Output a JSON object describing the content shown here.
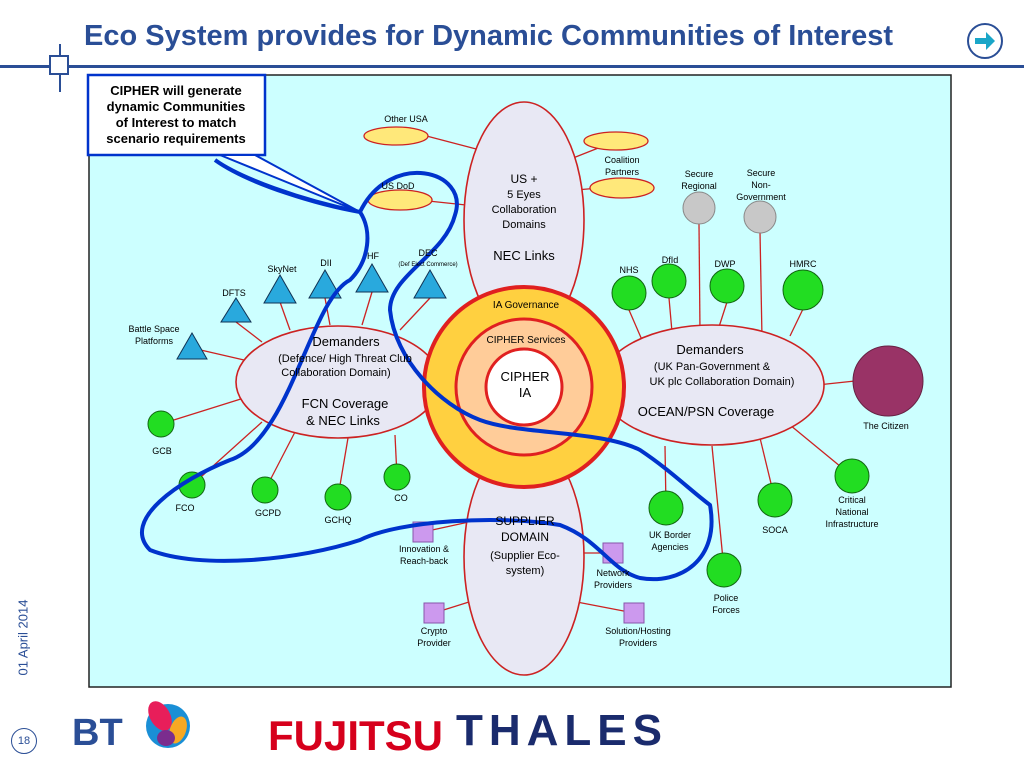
{
  "slide": {
    "title": "Eco System provides for Dynamic Communities of Interest",
    "date": "01 April 2014",
    "page_number": "18",
    "next_icon": "right-arrow-circle-icon"
  },
  "callout": {
    "lines": [
      "CIPHER will generate",
      "dynamic Communities",
      "of Interest to match",
      "scenario requirements"
    ]
  },
  "core": {
    "governance": "IA Governance",
    "services": "CIPHER Services",
    "center": [
      "CIPHER",
      "IA"
    ]
  },
  "top_ellipse": {
    "lines": [
      "US +",
      "5 Eyes",
      "Collaboration",
      "Domains"
    ],
    "links": "NEC Links"
  },
  "bottom_ellipse": {
    "lines": [
      "SUPPLIER",
      "DOMAIN",
      "(Supplier Eco-",
      "system)"
    ]
  },
  "left_ellipse": {
    "title": "Demanders",
    "sub": [
      "(Defence/ High Threat  Club",
      "Collaboration Domain)"
    ],
    "coverage": [
      "FCN Coverage",
      "& NEC Links"
    ]
  },
  "right_ellipse": {
    "title": "Demanders",
    "sub": [
      "(UK Pan-Government &",
      "UK plc Collaboration Domain)"
    ],
    "coverage": "OCEAN/PSN Coverage"
  },
  "top_nodes": {
    "other_usa": "Other USA",
    "us_dod": "US DoD",
    "coalition": [
      "Coalition",
      "Partners"
    ]
  },
  "triangles": {
    "skynet": "SkyNet",
    "dii": "DII",
    "hf": "HF",
    "dec": "DEC",
    "dec_sub": "(Def Elect Commerce)",
    "dfts": "DFTS",
    "battle": [
      "Battle Space",
      "Platforms"
    ]
  },
  "left_circles": {
    "gcb": "GCB",
    "fco": "FCO",
    "gcpd": "GCPD",
    "gchq": "GCHQ",
    "co": "CO"
  },
  "right_circles": {
    "nhs": "NHS",
    "dfid": "DfId",
    "dwp": "DWP",
    "hmrc": "HMRC",
    "secure_regional": [
      "Secure",
      "Regional"
    ],
    "secure_nongov": [
      "Secure",
      "Non-",
      "Government"
    ],
    "citizen": "The Citizen",
    "cni": [
      "Critical",
      "National",
      "Infrastructure"
    ],
    "soca": "SOCA",
    "ukba": [
      "UK Border",
      "Agencies"
    ],
    "police": [
      "Police",
      "Forces"
    ]
  },
  "suppliers": {
    "innovation": [
      "Innovation &",
      "Reach-back"
    ],
    "network": [
      "Network",
      "Providers"
    ],
    "crypto": [
      "Crypto",
      "Provider"
    ],
    "solution": [
      "Solution/Hosting",
      "Providers"
    ]
  },
  "logos": {
    "bt": "BT",
    "fujitsu": "FUJITSU",
    "thales": "THALES"
  },
  "colors": {
    "brand_blue": "#2a4e96",
    "panel_bg": "#ccffff",
    "ellipse_fill": "#e8e8f4",
    "node_green": "#22dd22",
    "node_yellow": "#ffe87a",
    "triangle_blue": "#29a9dd",
    "link_red": "#cc2222",
    "core_orange": "#ffd040",
    "core_red": "#e02020",
    "core_inner": "#ffcc99",
    "supplier_purple": "#cc99ee",
    "citizen_purple": "#993366",
    "coi_path": "#0033cc",
    "fujitsu_red": "#d6001c",
    "thales_navy": "#1a2b6d"
  }
}
